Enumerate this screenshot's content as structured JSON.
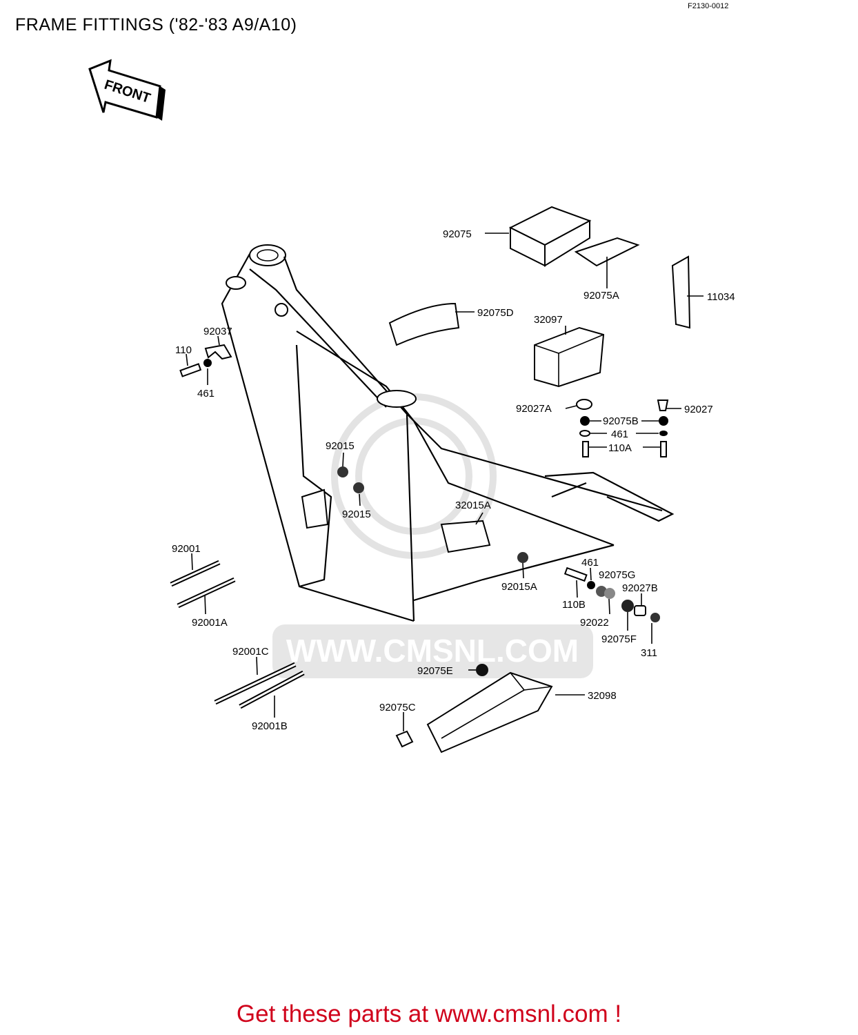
{
  "header": {
    "title": "FRAME FITTINGS ('82-'83 A9/A10)",
    "diagram_code": "F2130-0012"
  },
  "front_arrow": {
    "label": "FRONT"
  },
  "watermark": {
    "text": "WWW.CMSNL.COM"
  },
  "labels": {
    "p92075": "92075",
    "p92075A": "92075A",
    "p11034": "11034",
    "p92075D": "92075D",
    "p32097": "32097",
    "p92037": "92037",
    "p110": "110",
    "p461_left": "461",
    "p92027A": "92027A",
    "p92027": "92027",
    "p92075B": "92075B",
    "p461_right": "461",
    "p110A": "110A",
    "p92015_top": "92015",
    "p92015_bottom": "92015",
    "p32015A": "32015A",
    "p92001": "92001",
    "p92001A": "92001A",
    "p92015A": "92015A",
    "p461_lower": "461",
    "p92075G": "92075G",
    "p92027B": "92027B",
    "p110B": "110B",
    "p92022": "92022",
    "p92075F": "92075F",
    "p311": "311",
    "p92001C": "92001C",
    "p92075E": "92075E",
    "p32098": "32098",
    "p92075C": "92075C",
    "p92001B": "92001B"
  },
  "footer": {
    "text": "Get these parts at www.cmsnl.com !"
  }
}
